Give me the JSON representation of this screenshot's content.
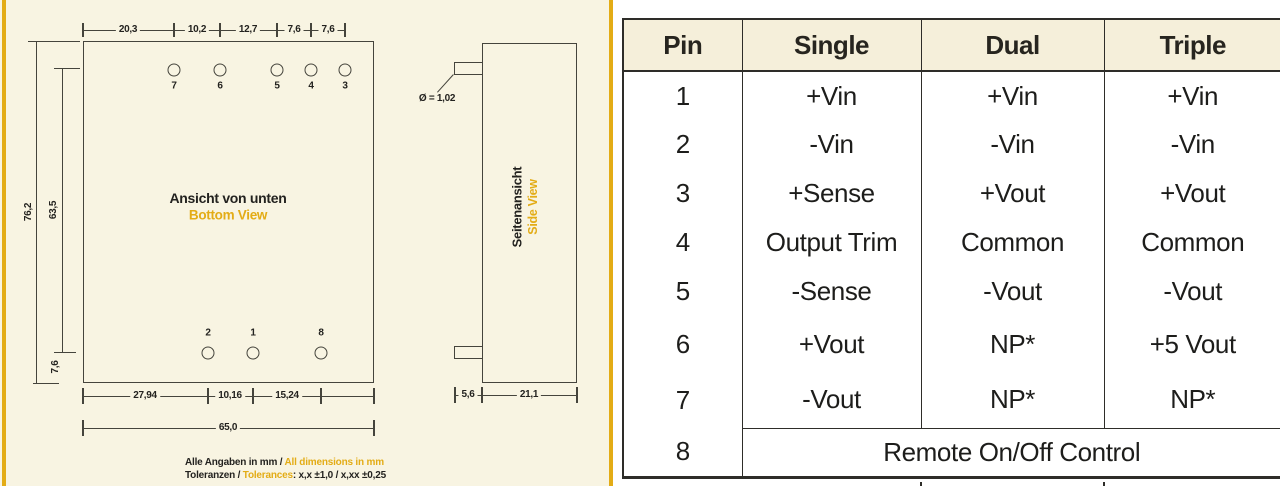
{
  "colors": {
    "page_cream": "#f8f4e2",
    "accent_gold": "#e3ac16",
    "drawing_line": "#45443c",
    "table_border": "#2e2d29",
    "table_header_bg": "#f5efda"
  },
  "drawing": {
    "bottom_view": {
      "title_de": "Ansicht von unten",
      "title_en": "Bottom View",
      "top_dims": [
        "20,3",
        "10,2",
        "12,7",
        "7,6",
        "7,6"
      ],
      "top_holes": [
        "7",
        "6",
        "5",
        "4",
        "3"
      ],
      "bottom_holes": [
        "2",
        "1",
        "8"
      ],
      "bottom_dims": [
        "27,94",
        "10,16",
        "15,24"
      ],
      "overall_width": "65,0",
      "left_outer": "76,2",
      "left_inner": "63,5",
      "left_lower": "7,6"
    },
    "side_view": {
      "title_de": "Seitenansicht",
      "title_en": "Side View",
      "pin_diameter": "Ø = 1,02",
      "dim_front": "5,6",
      "dim_depth": "21,1"
    },
    "notes": {
      "units_de": "Alle Angaben in mm / ",
      "units_en": "All dimensions in mm",
      "tol_de": "Toleranzen / ",
      "tol_en": "Tolerances",
      "tol_values": ": x,x ±1,0 / x,xx ±0,25"
    }
  },
  "pin_table": {
    "headers": [
      "Pin",
      "Single",
      "Dual",
      "Triple"
    ],
    "rows": [
      {
        "pin": "1",
        "single": "+Vin",
        "dual": "+Vin",
        "triple": "+Vin"
      },
      {
        "pin": "2",
        "single": "-Vin",
        "dual": "-Vin",
        "triple": "-Vin"
      },
      {
        "pin": "3",
        "single": "+Sense",
        "dual": "+Vout",
        "triple": "+Vout"
      },
      {
        "pin": "4",
        "single": "Output Trim",
        "dual": "Common",
        "triple": "Common"
      },
      {
        "pin": "5",
        "single": "-Sense",
        "dual": "-Vout",
        "triple": "-Vout"
      },
      {
        "pin": "6",
        "single": "+Vout",
        "dual": "NP*",
        "triple": "+5 Vout"
      },
      {
        "pin": "7",
        "single": "-Vout",
        "dual": "NP*",
        "triple": "NP*"
      },
      {
        "pin": "8",
        "span": "Remote On/Off Control"
      }
    ]
  }
}
